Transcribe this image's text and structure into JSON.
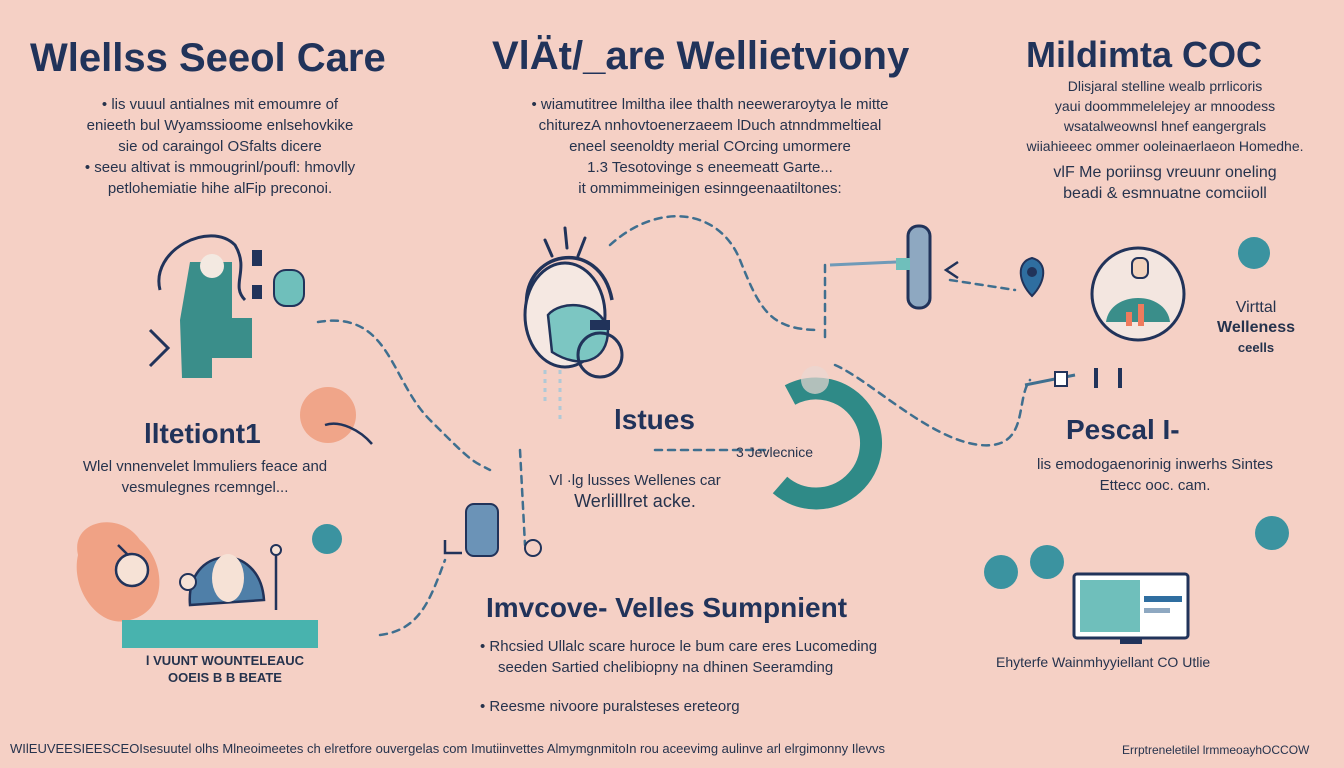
{
  "colors": {
    "background": "#f5d0c5",
    "navy": "#21335a",
    "teal": "#2f8a87",
    "teal_light": "#6fbfbb",
    "orange": "#ef9a79"
  },
  "panel_left": {
    "title": "Wlellss Seeol Care",
    "lines": [
      "• lis vuuul antialnes mit emoumre of",
      "enieeth bul Wyamssioome enlsehovkike",
      "sie od caraingol OSfalts dicere",
      "• seeu altivat is mmougrinl/poufl: hmovlly",
      "petlohemiatie hihe alFip preconoi."
    ]
  },
  "panel_center": {
    "title": "VlÄt/_are Wellietviony",
    "lines": [
      "• wiamutitree lmiltha ilee thalth neeweraroytya le mitte",
      "chiturezA nnhovtoenerzaeem lDuch atnndmmeltieal",
      "eneel seenoldty merial COrcing umormere",
      "1.3 Tesotovinge s eneemeatt Garte...",
      "it ommimmeinigen esinngeenaatiltones:"
    ]
  },
  "panel_right": {
    "title": "Mildimta COC",
    "lines": [
      "Dlisjaral stelline wealb prrlicoris",
      "yaui doommmelelejey ar mnoodess",
      "wsatalweownsl hnef eangergrals",
      "wiiahieeec ommer ooleinaerlaeon Homedhe."
    ],
    "emphasis_lines": [
      "vlF Me poriinsg vreuunr oneling",
      "beadi & esmnuatne comciioll"
    ]
  },
  "intention": {
    "title": "lltetiont1",
    "lines": [
      "Wlel vnnenvelet lmmuliers feace and",
      "vesmulegnes rcemngel..."
    ]
  },
  "issues": {
    "title": "lstues",
    "tag": "3 Jevlecnice",
    "lines": [
      "Vl ·lg lusses Wellenes car",
      "Werlilllret acke."
    ]
  },
  "virtual_wellness": {
    "lines": [
      "Virttal",
      "Welleness",
      "ceells"
    ]
  },
  "pescal": {
    "title": "Pescal I-",
    "lines": [
      "lis emodogaenorinig inwerhs Sintes",
      "Ettecc ooc. cam."
    ]
  },
  "improve": {
    "title": "Imvcove- Velles Sumpnient",
    "lines": [
      "• Rhcsied Ullalc scare huroce le bum care eres Lucomeding",
      "seeden Sartied chelibiopny na dhinen Seeramding",
      "• Reesme nivoore puralsteses ereteorg"
    ]
  },
  "bottom_left_caption": [
    "l VUUNT WOUNTELEAUC",
    "OOEIS B B BEATE"
  ],
  "bottom_right_caption": "Ehyterfe Wainmhyyiellant CO Utlie",
  "footer": {
    "left": "WIlEUVEESIEESCEOIsesuutel olhs Mlneoimeetes ch elretfore ouvergelas com Imutiinvettes AlmymgnmitoIn rou aceevimg aulinve arl elrgimonny Ilevvs",
    "right": "Errptreneletilel lrmmeoayhOCCOW"
  },
  "badges": [
    "",
    "",
    "",
    "",
    "",
    "",
    ""
  ]
}
